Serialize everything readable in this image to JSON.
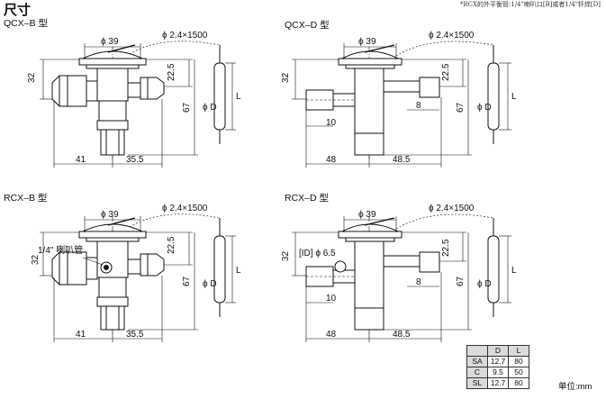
{
  "title": "尺寸",
  "note": "*RCX的外平衡管:1/4\"喇叭口[B]或者1/4\"钎焊[D]",
  "diagrams": {
    "qcxb": {
      "model": "QCX–B 型",
      "dims": {
        "dia39": "ϕ 39",
        "cap": "ϕ 2.4×1500",
        "d32": "32",
        "d22": "22.5",
        "d67": "67",
        "dL": "L",
        "dD": "ϕ D",
        "d41": "41",
        "d35": "35.5"
      }
    },
    "qcxd": {
      "model": "QCX–D 型",
      "dims": {
        "dia39": "ϕ 39",
        "cap": "ϕ 2.4×1500",
        "d32": "32",
        "d22": "22.5",
        "d67": "67",
        "dL": "L",
        "dD": "ϕ D",
        "d10": "10",
        "d8": "8",
        "d48": "48",
        "d485": "48.5"
      }
    },
    "rcxb": {
      "model": "RCX–B 型",
      "dims": {
        "dia39": "ϕ 39",
        "cap": "ϕ 2.4×1500",
        "d32": "32",
        "d22": "22.5",
        "d67": "67",
        "dL": "L",
        "dD": "ϕ D",
        "d41": "41",
        "d35": "35.5",
        "flare": "1/4\" 喇叭管"
      }
    },
    "rcxd": {
      "model": "RCX–D 型",
      "dims": {
        "dia39": "ϕ 39",
        "cap": "ϕ 2.4×1500",
        "d32": "32",
        "d22": "22.5",
        "d67": "67",
        "dL": "L",
        "dD": "ϕ D",
        "d10": "10",
        "d8": "8",
        "d48": "48",
        "d485": "48.5",
        "id": "[ID] ϕ 6.5"
      }
    }
  },
  "bulb_table": {
    "headers": [
      "",
      "D",
      "L"
    ],
    "rows": [
      {
        "name": "SA",
        "D": "12.7",
        "L": "80"
      },
      {
        "name": "C",
        "D": "9.5",
        "L": "50"
      },
      {
        "name": "SL",
        "D": "12.7",
        "L": "80"
      }
    ]
  },
  "unit": "单位:mm"
}
